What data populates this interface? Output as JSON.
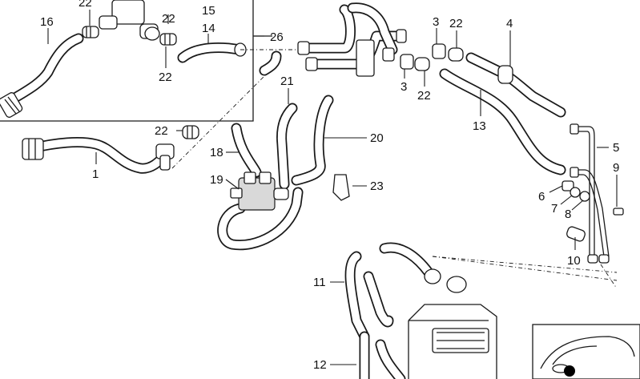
{
  "callouts": {
    "c1": "1",
    "c3a": "3",
    "c3b": "3",
    "c4": "4",
    "c5": "5",
    "c6": "6",
    "c7": "7",
    "c8": "8",
    "c9": "9",
    "c10": "10",
    "c11": "11",
    "c12": "12",
    "c13": "13",
    "c14": "14",
    "c15": "15",
    "c16": "16",
    "c18": "18",
    "c19": "19",
    "c20": "20",
    "c21": "21",
    "c22a": "22",
    "c22b": "22",
    "c22c": "22",
    "c22d": "22",
    "c22e": "22",
    "c22f": "22",
    "c23": "23",
    "c26": "26"
  },
  "colors": {
    "ink": "#1a1a1a",
    "background": "#ffffff",
    "marker": "#000000"
  },
  "inset": {
    "marker_icon": "car-location-dot-icon"
  }
}
